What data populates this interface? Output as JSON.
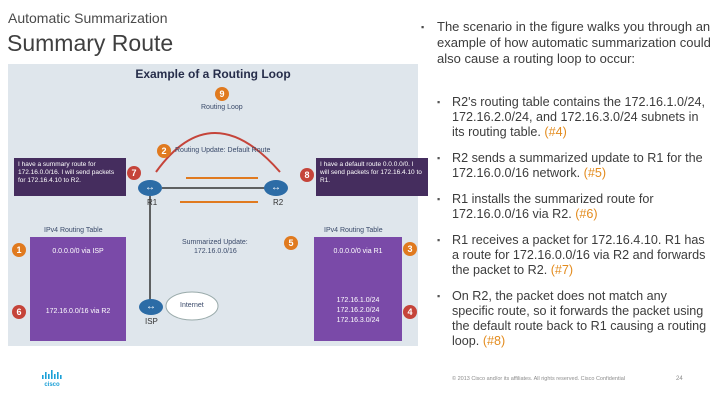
{
  "header": {
    "subtitle": "Automatic Summarization",
    "title": "Summary Route"
  },
  "figure": {
    "title": "Example of a Routing Loop",
    "routing_loop_label": "Routing Loop",
    "default_update_label": "Routing Update: Default Route",
    "summarized_update_label": "Summarized Update:",
    "summarized_update_network": "172.16.0.0/16",
    "note_left": "I have a summary route for 172.16.0.0/16. I will send packets for 172.16.4.10 to R2.",
    "note_right": "I have a default route 0.0.0.0/0. I will send packets for 172.16.4.10 to R1.",
    "r1_label": "R1",
    "r2_label": "R2",
    "isp_label": "ISP",
    "internet_label": "Internet",
    "left_table_title": "IPv4 Routing Table",
    "right_table_title": "IPv4 Routing Table",
    "left_table_rows": [
      "0.0.0.0/0 via ISP",
      "172.16.0.0/16 via R2"
    ],
    "right_table_top": "0.0.0.0/0 via R1",
    "right_table_subnets": [
      "172.16.1.0/24",
      "172.16.2.0/24",
      "172.16.3.0/24"
    ],
    "badges": [
      "1",
      "2",
      "3",
      "4",
      "5",
      "6",
      "7",
      "8",
      "9"
    ]
  },
  "content": {
    "main_bullet": "The scenario in the figure walks you through an example of how automatic summarization could also cause a routing loop to occur:",
    "bullets": [
      {
        "text": "R2's routing table contains the 172.16.1.0/24, 172.16.2.0/24, and 172.16.3.0/24 subnets in its routing table.",
        "ref": "(#4)"
      },
      {
        "text": "R2 sends a summarized update to R1 for the 172.16.0.0/16 network.",
        "ref": "(#5)"
      },
      {
        "text": "R1 installs the summarized route for 172.16.0.0/16 via R2.",
        "ref": "(#6)"
      },
      {
        "text": "R1 receives a packet for 172.16.4.10. R1 has a route for 172.16.0.0/16 via R2 and forwards the packet to R2.",
        "ref": "(#7)"
      },
      {
        "text": "On R2, the packet does not match any specific route, so it forwards the packet using the default route back to R1 causing a routing loop.",
        "ref": "(#8)"
      }
    ]
  },
  "footer": {
    "copyright": "© 2013 Cisco and/or its affiliates. All rights reserved.   Cisco Confidential",
    "page_number": "24",
    "logo_text": "cisco"
  },
  "colors": {
    "accent_orange": "#e38b1d",
    "figure_bg": "#dfe6ec",
    "table_purple": "#7a4aa8",
    "note_purple": "#452d5e",
    "router_blue": "#2c6ca6",
    "cisco_blue": "#1ba0d7"
  }
}
